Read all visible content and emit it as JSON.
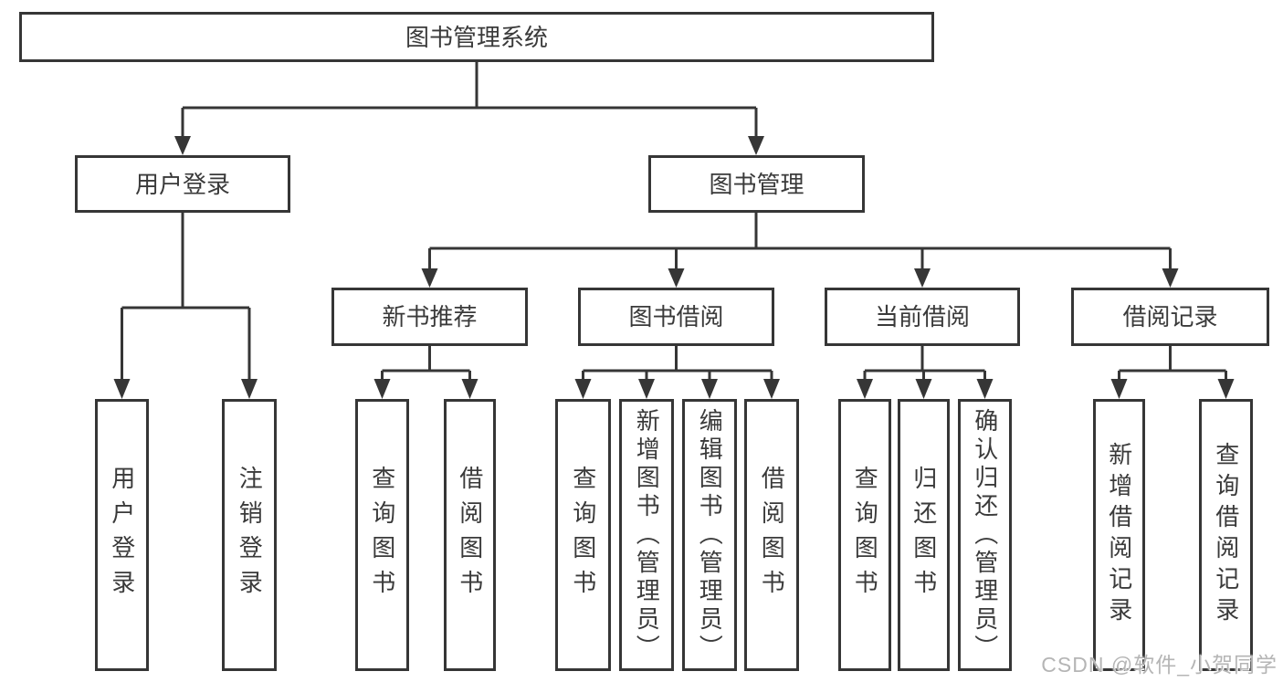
{
  "tree": {
    "root": "图书管理系统",
    "children": [
      {
        "label": "用户登录",
        "children": [
          {
            "label": "用户登录"
          },
          {
            "label": "注销登录"
          }
        ]
      },
      {
        "label": "图书管理",
        "children": [
          {
            "label": "新书推荐",
            "children": [
              {
                "label": "查询图书"
              },
              {
                "label": "借阅图书"
              }
            ]
          },
          {
            "label": "图书借阅",
            "children": [
              {
                "label": "查询图书"
              },
              {
                "label": "新增图书（管理员）"
              },
              {
                "label": "编辑图书（管理员）"
              },
              {
                "label": "借阅图书"
              }
            ]
          },
          {
            "label": "当前借阅",
            "children": [
              {
                "label": "查询图书"
              },
              {
                "label": "归还图书"
              },
              {
                "label": "确认归还（管理员）"
              }
            ]
          },
          {
            "label": "借阅记录",
            "children": [
              {
                "label": "新增借阅记录"
              },
              {
                "label": "查询借阅记录"
              }
            ]
          }
        ]
      }
    ]
  },
  "watermark": {
    "text": "CSDN @软件_小贺同学"
  },
  "colors": {
    "line": "#363636",
    "box_border": "#363636",
    "text": "#3a3a3a",
    "background": "#ffffff",
    "watermark": "#b5b5b5"
  }
}
